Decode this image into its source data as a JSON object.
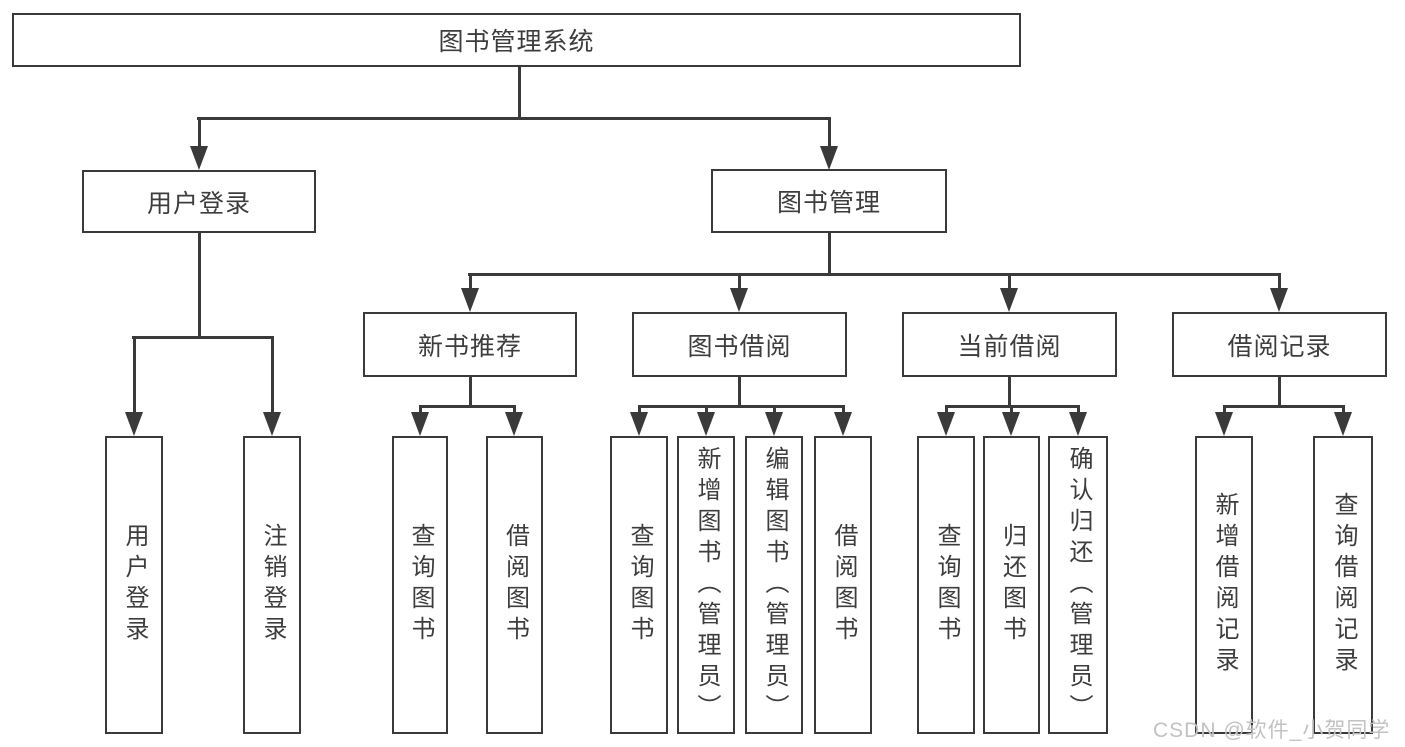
{
  "colors": {
    "line": "#3a3a3a",
    "text": "#3d3d3d",
    "watermark": "#c2c2c2",
    "background": "#ffffff"
  },
  "tree": {
    "root": {
      "label": "图书管理系统"
    },
    "level1": [
      {
        "label": "用户登录"
      },
      {
        "label": "图书管理"
      }
    ],
    "level2": [
      {
        "label": "新书推荐"
      },
      {
        "label": "图书借阅"
      },
      {
        "label": "当前借阅"
      },
      {
        "label": "借阅记录"
      }
    ],
    "leaves": {
      "user_login": [
        {
          "label": "用户登录"
        },
        {
          "label": "注销登录"
        }
      ],
      "new_book": [
        {
          "label": "查询图书"
        },
        {
          "label": "借阅图书"
        }
      ],
      "borrow": [
        {
          "label": "查询图书"
        },
        {
          "label": "新增图书（管理员）"
        },
        {
          "label": "编辑图书（管理员）"
        },
        {
          "label": "借阅图书"
        }
      ],
      "current": [
        {
          "label": "查询图书"
        },
        {
          "label": "归还图书"
        },
        {
          "label": "确认归还（管理员）"
        }
      ],
      "record": [
        {
          "label": "新增借阅记录"
        },
        {
          "label": "查询借阅记录"
        }
      ]
    }
  },
  "watermark": {
    "text": "CSDN @软件_小贺同学"
  }
}
